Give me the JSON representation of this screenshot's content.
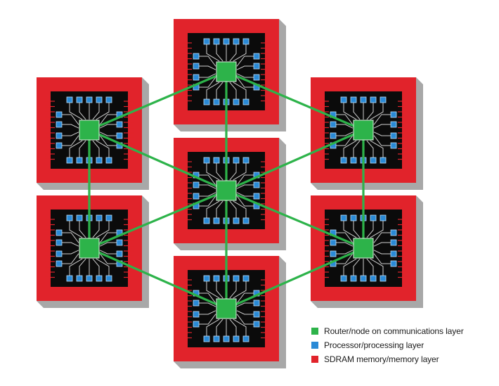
{
  "colors": {
    "router": "#2db34a",
    "processor": "#2a8ad6",
    "memory": "#e1232b",
    "die": "#0b0b0b",
    "trace": "#cfcfcf",
    "link": "#2db34a",
    "shadow": "#a8a8a8"
  },
  "topology": {
    "chips": [
      "top",
      "upper-left",
      "upper-right",
      "center",
      "lower-left",
      "lower-right",
      "bottom"
    ],
    "links": [
      [
        "top",
        "upper-left"
      ],
      [
        "top",
        "upper-right"
      ],
      [
        "top",
        "center"
      ],
      [
        "upper-left",
        "center"
      ],
      [
        "upper-right",
        "center"
      ],
      [
        "upper-left",
        "lower-left"
      ],
      [
        "upper-right",
        "lower-right"
      ],
      [
        "center",
        "lower-left"
      ],
      [
        "center",
        "lower-right"
      ],
      [
        "center",
        "bottom"
      ],
      [
        "lower-left",
        "bottom"
      ],
      [
        "lower-right",
        "bottom"
      ]
    ]
  },
  "legend": [
    {
      "label": "Router/node on communications layer",
      "color": "#2db34a"
    },
    {
      "label": "Processor/processing layer",
      "color": "#2a8ad6"
    },
    {
      "label": "SDRAM memory/memory layer",
      "color": "#e1232b"
    }
  ]
}
